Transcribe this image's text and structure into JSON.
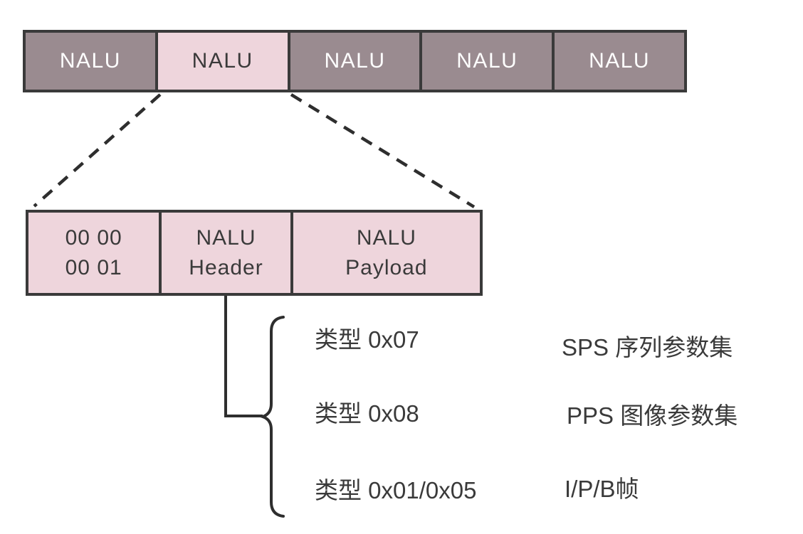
{
  "colors": {
    "box_dark": "#9a8b90",
    "box_pink": "#eed5dc",
    "border": "#3a3a3a",
    "line": "#2e2e2e",
    "text_dark": "#3a3a3a",
    "text_light": "#ffffff"
  },
  "nalu_stream": {
    "cells": [
      {
        "label": "NALU",
        "highlighted": false
      },
      {
        "label": "NALU",
        "highlighted": true
      },
      {
        "label": "NALU",
        "highlighted": false
      },
      {
        "label": "NALU",
        "highlighted": false
      },
      {
        "label": "NALU",
        "highlighted": false
      }
    ]
  },
  "nalu_detail": {
    "cells": [
      {
        "line1": "00 00",
        "line2": "00 01"
      },
      {
        "line1": "NALU",
        "line2": "Header"
      },
      {
        "line1": "NALU",
        "line2": "Payload"
      }
    ]
  },
  "nalu_types": [
    {
      "type": "类型 0x07",
      "meaning": "SPS 序列参数集"
    },
    {
      "type": "类型 0x08",
      "meaning": "PPS 图像参数集"
    },
    {
      "type": "类型 0x01/0x05",
      "meaning": "I/P/B帧"
    }
  ]
}
